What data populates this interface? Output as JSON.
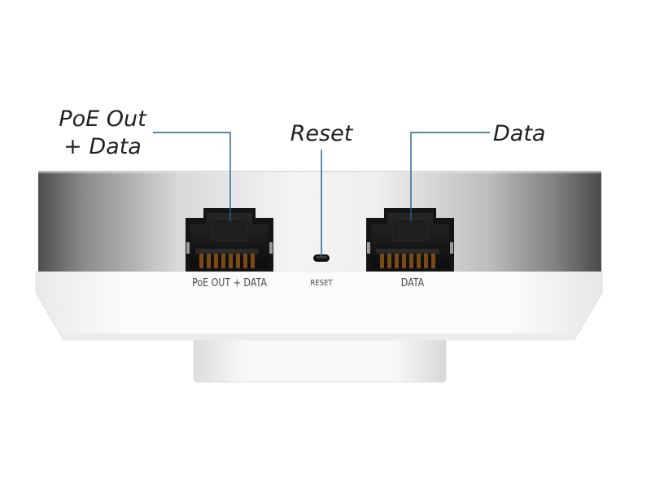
{
  "callouts": {
    "poe_line1": "PoE Out",
    "poe_line2": "+ Data",
    "reset": "Reset",
    "data": "Data"
  },
  "port_labels": {
    "poe": "PoE OUT + DATA",
    "reset": "RESET",
    "data": "DATA"
  },
  "colors": {
    "housing_top": "#ffffff",
    "housing_band_dark": "#5a5a5a",
    "housing_band_light": "#f2f2f2",
    "port_shell": "#1a1a1a",
    "leader_line": "#1f5f8f",
    "text": "#231f20"
  }
}
